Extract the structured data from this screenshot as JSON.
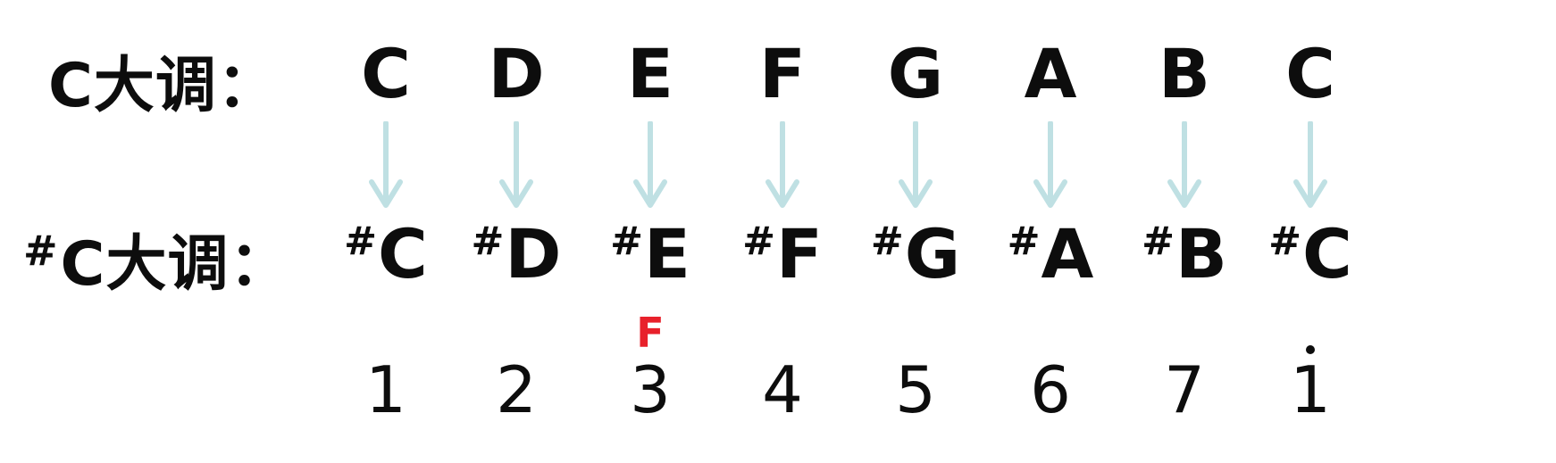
{
  "labels": {
    "top": "C大调：",
    "bottom_sharp": "#",
    "bottom": "C大调："
  },
  "sharp_sign": "#",
  "columns": [
    {
      "natural": "C",
      "sharp_note": "C",
      "degree": "1",
      "high_octave": false
    },
    {
      "natural": "D",
      "sharp_note": "D",
      "degree": "2",
      "high_octave": false
    },
    {
      "natural": "E",
      "sharp_note": "E",
      "degree": "3",
      "high_octave": false
    },
    {
      "natural": "F",
      "sharp_note": "F",
      "degree": "4",
      "high_octave": false
    },
    {
      "natural": "G",
      "sharp_note": "G",
      "degree": "5",
      "high_octave": false
    },
    {
      "natural": "A",
      "sharp_note": "A",
      "degree": "6",
      "high_octave": false
    },
    {
      "natural": "B",
      "sharp_note": "B",
      "degree": "7",
      "high_octave": false
    },
    {
      "natural": "C",
      "sharp_note": "C",
      "degree": "1",
      "high_octave": true
    }
  ],
  "enharmonic_note": "F",
  "enharmonic_column": 2,
  "colors": {
    "text": "#0d0d0d",
    "arrow": "#bfe0e3",
    "highlight": "#e8212b"
  },
  "icons": {
    "arrow": "down-arrow-icon",
    "dot": "high-octave-dot-icon"
  }
}
